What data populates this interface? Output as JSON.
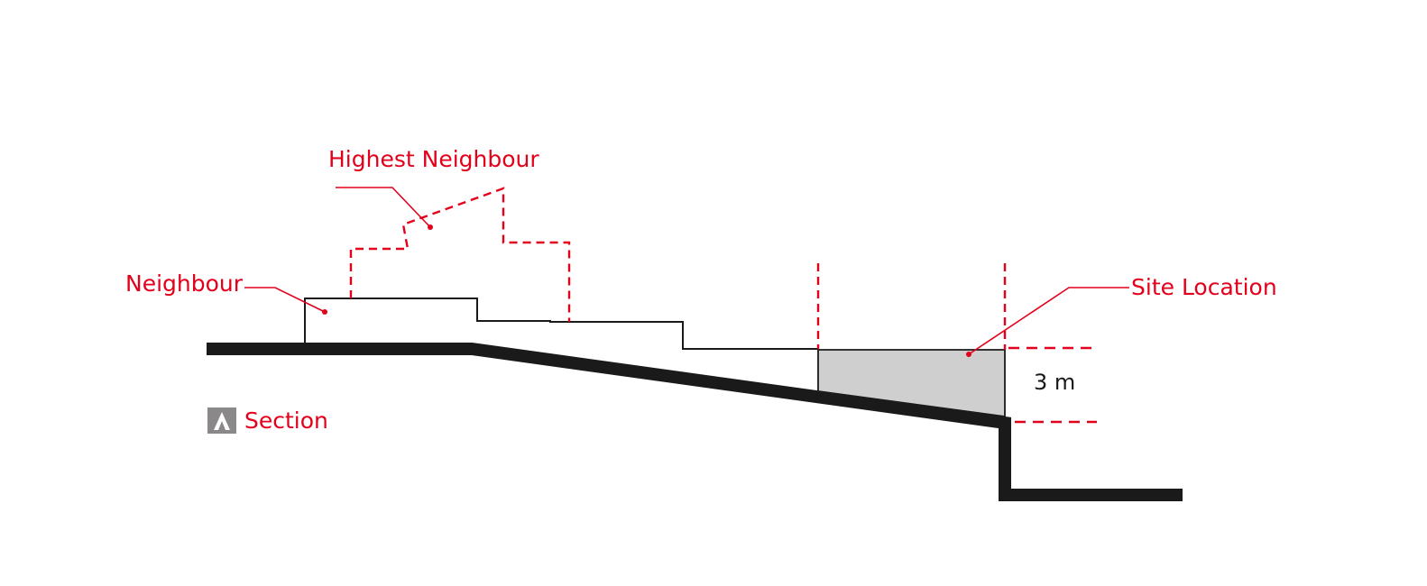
{
  "labels": {
    "highest_neighbour": "Highest Neighbour",
    "neighbour": "Neighbour",
    "site_location": "Site Location",
    "dimension": "3 m"
  },
  "legend": {
    "icon": "section-marker-icon",
    "label": "Section"
  },
  "colors": {
    "annotation_red": "#e3001b",
    "ground_black": "#1a1a1a",
    "site_fill": "#d0cfcf",
    "legend_icon_gray": "#8a8888"
  }
}
